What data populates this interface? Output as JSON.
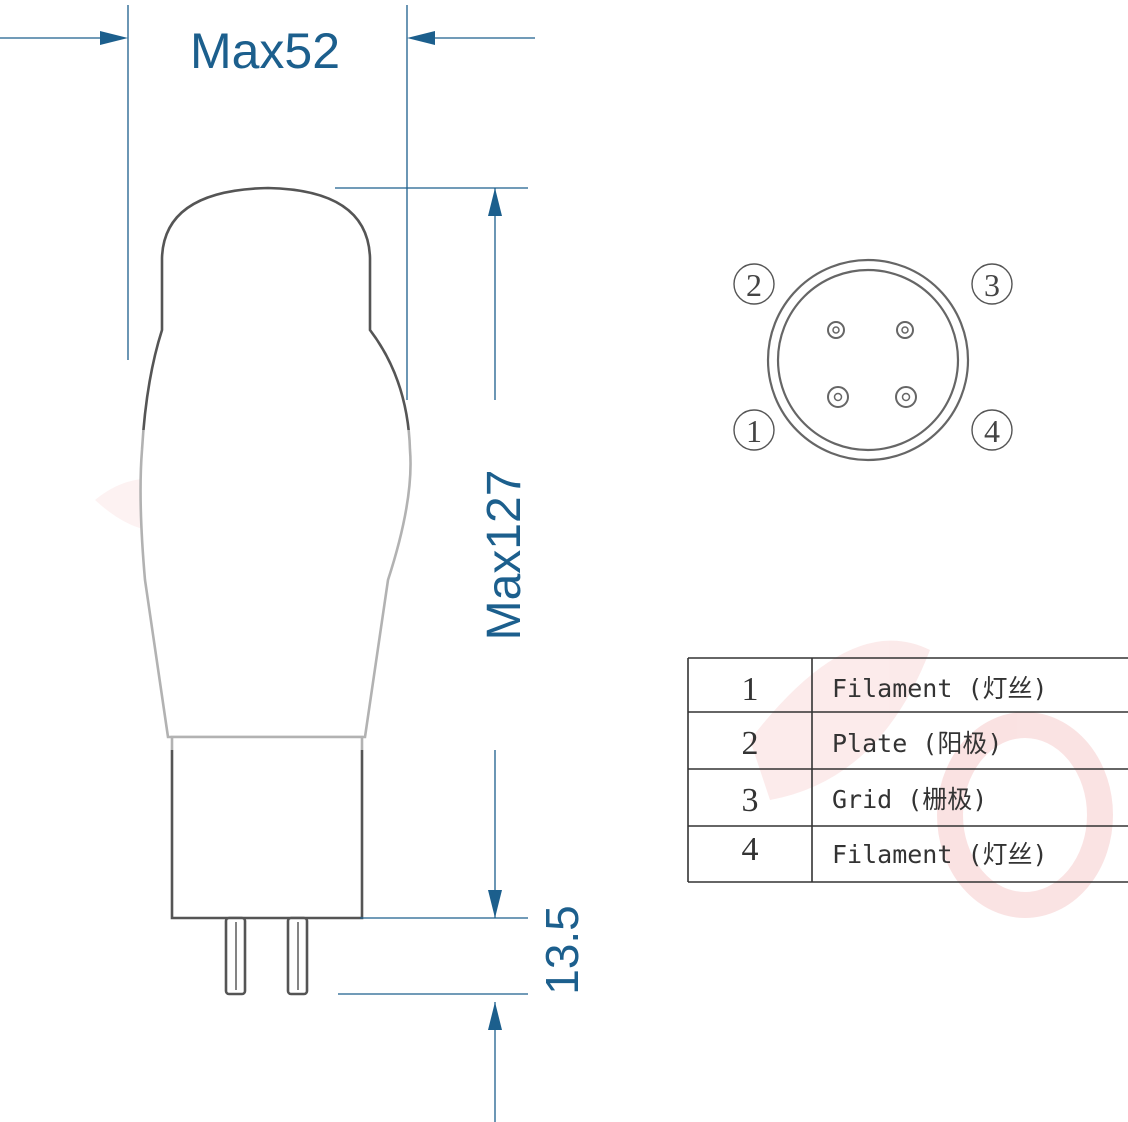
{
  "dimensions": {
    "diameter_label": "Max52",
    "height_label": "Max127",
    "pin_length_label": "13.5"
  },
  "pin_numbers": [
    "1",
    "2",
    "3",
    "4"
  ],
  "pin_table": [
    {
      "pin": "1",
      "function": "Filament (灯丝)"
    },
    {
      "pin": "2",
      "function": "Plate (阳极)"
    },
    {
      "pin": "3",
      "function": "Grid (栅极)"
    },
    {
      "pin": "4",
      "function": "Filament (灯丝)"
    }
  ],
  "colors": {
    "dimension": "#1c5f8d",
    "outline": "#555555",
    "watermark": "#f6cccc"
  }
}
